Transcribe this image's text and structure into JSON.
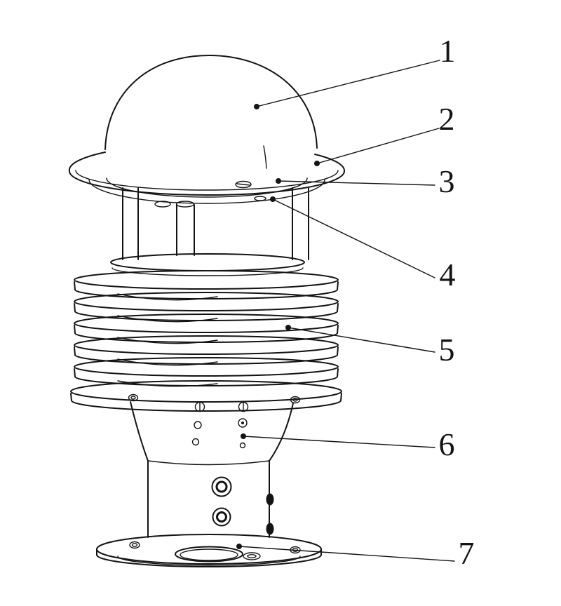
{
  "colors": {
    "background": "#ffffff",
    "line": "#141414"
  },
  "diagram": {
    "callouts": [
      {
        "label": "1"
      },
      {
        "label": "2"
      },
      {
        "label": "3"
      },
      {
        "label": "4"
      },
      {
        "label": "5"
      },
      {
        "label": "6"
      },
      {
        "label": "7"
      }
    ]
  }
}
